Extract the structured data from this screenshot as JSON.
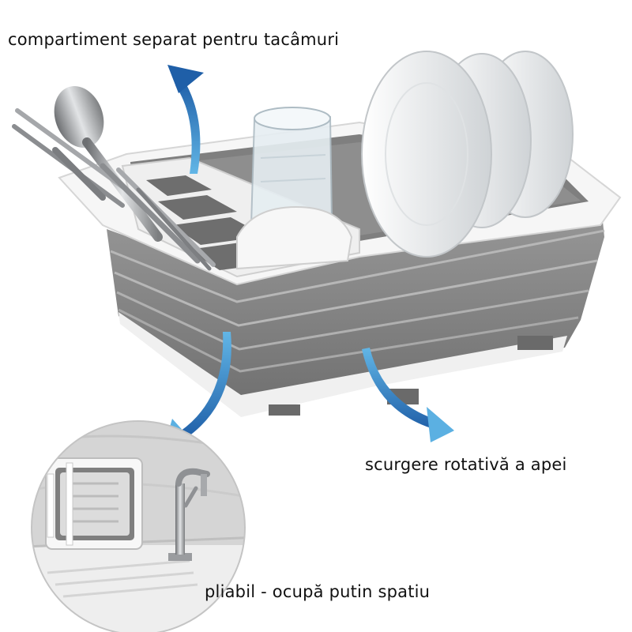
{
  "captions": {
    "cutlery_compartment": "compartiment separat pentru tacâmuri",
    "rotating_drain": "scurgere rotativă a apei",
    "foldable": "pliabil - ocupă putin spatiu"
  },
  "colors": {
    "basin_gray": "#8a8a8a",
    "rim_white": "#f3f3f3",
    "arrow_blue": "#2f7fc0",
    "text": "#111111"
  }
}
